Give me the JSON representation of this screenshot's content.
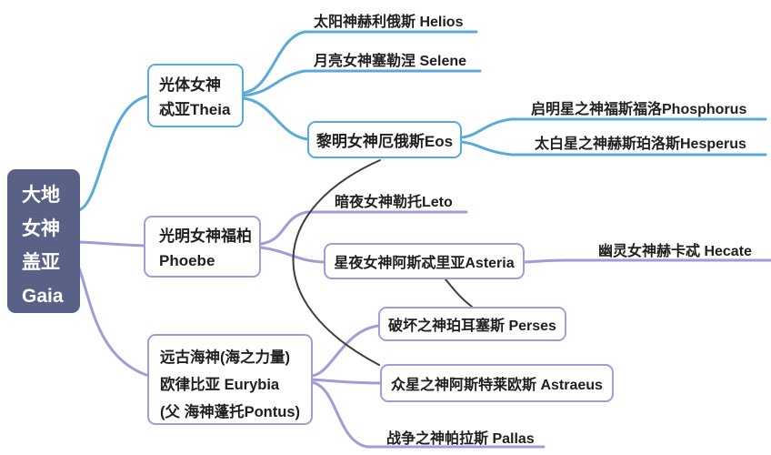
{
  "colors": {
    "root_bg": "#5a6186",
    "blue": "#58aad8",
    "purple": "#a39bd9",
    "relation": "#3d3d3d",
    "text": "#1f1f1f"
  },
  "nodes": {
    "gaia": {
      "lines": [
        "大地",
        "女神",
        "盖亚",
        "Gaia"
      ]
    },
    "theia": {
      "lines": [
        "光体女神",
        "忒亚Theia"
      ]
    },
    "helios": {
      "label": "太阳神赫利俄斯 Helios"
    },
    "selene": {
      "label": "月亮女神塞勒涅 Selene"
    },
    "eos": {
      "label": "黎明女神厄俄斯Eos"
    },
    "phosphorus": {
      "label": "启明星之神福斯福洛Phosphorus"
    },
    "hesperus": {
      "label": "太白星之神赫斯珀洛斯Hesperus"
    },
    "phoebe": {
      "lines": [
        "光明女神福柏",
        "Phoebe"
      ]
    },
    "leto": {
      "label": "暗夜女神勒托Leto"
    },
    "asteria": {
      "label": "星夜女神阿斯忒里亚Asteria"
    },
    "hecate": {
      "label": "幽灵女神赫卡忒 Hecate"
    },
    "eurybia": {
      "lines": [
        "远古海神(海之力量)",
        "欧律比亚 Eurybia",
        "(父 海神蓬托Pontus)"
      ]
    },
    "perses": {
      "label": "破坏之神珀耳塞斯 Perses"
    },
    "astraeus": {
      "label": "众星之神阿斯特莱欧斯 Astraeus"
    },
    "pallas": {
      "label": "战争之神帕拉斯 Pallas"
    }
  },
  "edges": [
    {
      "from": "gaia",
      "to": "theia",
      "type": "branch"
    },
    {
      "from": "theia",
      "to": "helios",
      "type": "branch"
    },
    {
      "from": "theia",
      "to": "selene",
      "type": "branch"
    },
    {
      "from": "theia",
      "to": "eos",
      "type": "branch"
    },
    {
      "from": "eos",
      "to": "phosphorus",
      "type": "branch"
    },
    {
      "from": "eos",
      "to": "hesperus",
      "type": "branch"
    },
    {
      "from": "gaia",
      "to": "phoebe",
      "type": "branch"
    },
    {
      "from": "phoebe",
      "to": "leto",
      "type": "branch"
    },
    {
      "from": "phoebe",
      "to": "asteria",
      "type": "branch"
    },
    {
      "from": "asteria",
      "to": "hecate",
      "type": "branch"
    },
    {
      "from": "gaia",
      "to": "eurybia",
      "type": "branch"
    },
    {
      "from": "eurybia",
      "to": "perses",
      "type": "branch"
    },
    {
      "from": "eurybia",
      "to": "astraeus",
      "type": "branch"
    },
    {
      "from": "eurybia",
      "to": "pallas",
      "type": "branch"
    },
    {
      "from": "eos",
      "to": "astraeus",
      "type": "relation"
    },
    {
      "from": "asteria",
      "to": "perses",
      "type": "relation"
    }
  ]
}
